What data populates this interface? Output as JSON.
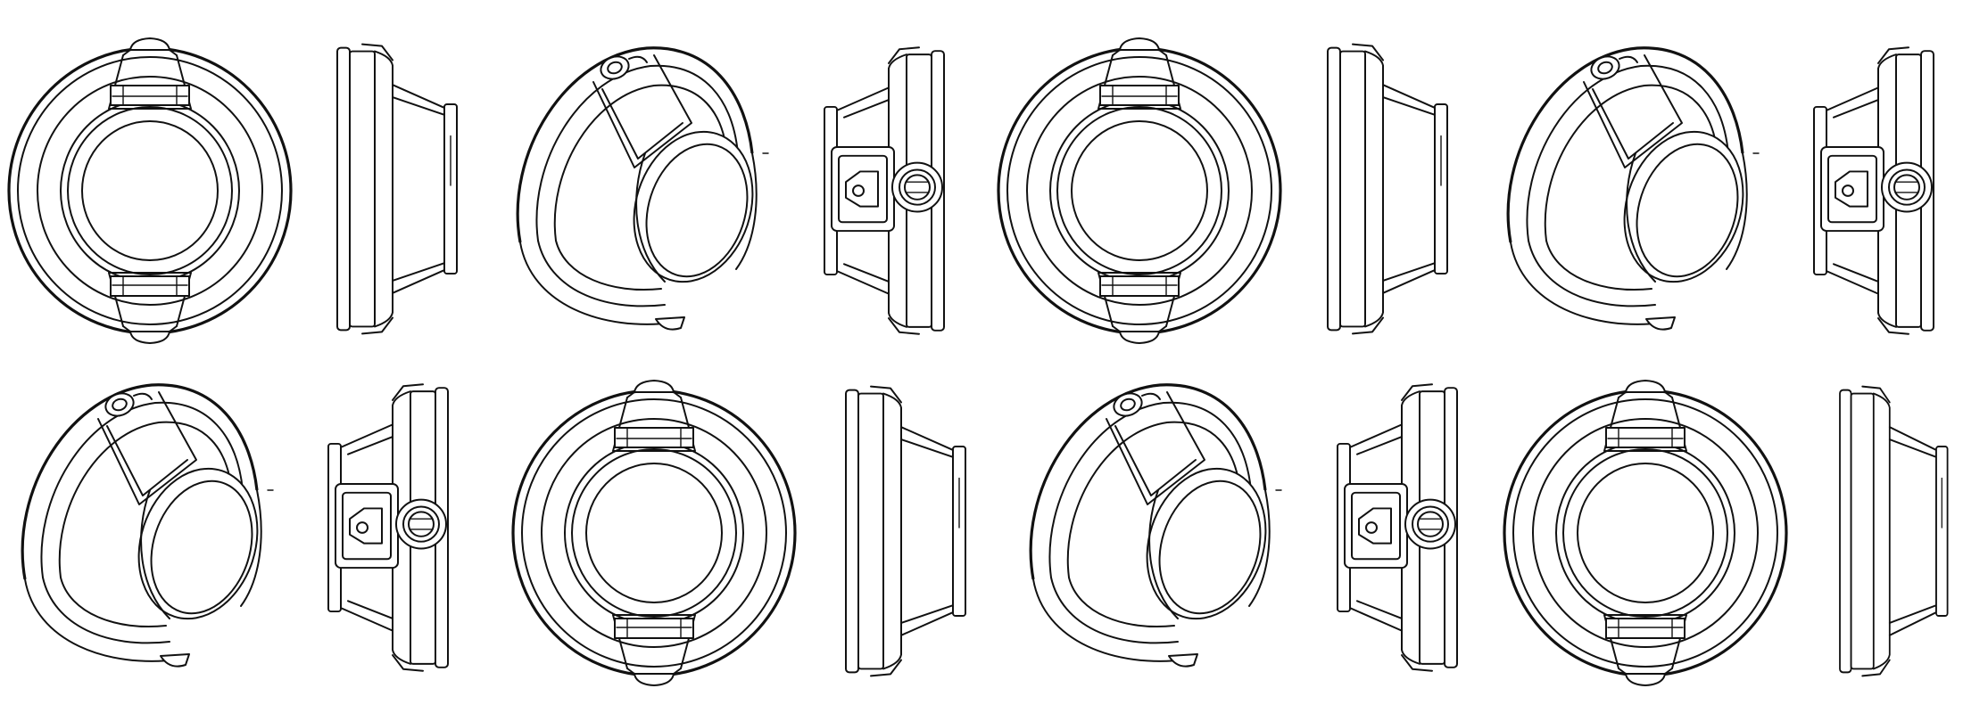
{
  "sheet": {
    "background": "#ffffff",
    "line_color": "#111111",
    "rows": [
      {
        "name": "top-row",
        "views": [
          "front-view",
          "side-view",
          "perspective-view",
          "rear-side-view",
          "front-view",
          "side-view",
          "perspective-view",
          "rear-side-view"
        ]
      },
      {
        "name": "bottom-row",
        "views": [
          "perspective-view",
          "rear-side-view",
          "front-view",
          "side-view",
          "perspective-view",
          "rear-side-view",
          "front-view",
          "side-view"
        ]
      }
    ]
  }
}
